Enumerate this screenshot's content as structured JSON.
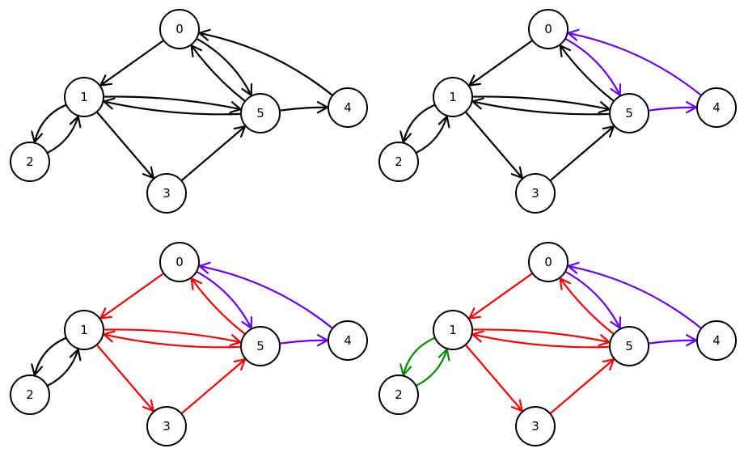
{
  "colors": {
    "default": "#000000",
    "purple": "#6a00ff",
    "red": "#ff0000",
    "green": "#009000"
  },
  "nodes": [
    "0",
    "1",
    "2",
    "3",
    "4",
    "5"
  ],
  "edges": [
    {
      "id": "e_0_1",
      "from": "0",
      "to": "1"
    },
    {
      "id": "e_0_5",
      "from": "0",
      "to": "5"
    },
    {
      "id": "e_5_0",
      "from": "5",
      "to": "0"
    },
    {
      "id": "e_4_0",
      "from": "4",
      "to": "0"
    },
    {
      "id": "e_1_5",
      "from": "1",
      "to": "5"
    },
    {
      "id": "e_5_1",
      "from": "5",
      "to": "1"
    },
    {
      "id": "e_5_4",
      "from": "5",
      "to": "4"
    },
    {
      "id": "e_1_2",
      "from": "1",
      "to": "2"
    },
    {
      "id": "e_2_1",
      "from": "2",
      "to": "1"
    },
    {
      "id": "e_1_3",
      "from": "1",
      "to": "3"
    },
    {
      "id": "e_3_5",
      "from": "3",
      "to": "5"
    }
  ],
  "panels": [
    {
      "name": "top-left",
      "edge_colors": {
        "e_0_1": "default",
        "e_0_5": "default",
        "e_5_0": "default",
        "e_4_0": "default",
        "e_1_5": "default",
        "e_5_1": "default",
        "e_5_4": "default",
        "e_1_2": "default",
        "e_2_1": "default",
        "e_1_3": "default",
        "e_3_5": "default"
      }
    },
    {
      "name": "top-right",
      "edge_colors": {
        "e_0_1": "default",
        "e_0_5": "purple",
        "e_5_0": "default",
        "e_4_0": "purple",
        "e_1_5": "default",
        "e_5_1": "default",
        "e_5_4": "purple",
        "e_1_2": "default",
        "e_2_1": "default",
        "e_1_3": "default",
        "e_3_5": "default"
      }
    },
    {
      "name": "bottom-left",
      "edge_colors": {
        "e_0_1": "red",
        "e_0_5": "purple",
        "e_5_0": "red",
        "e_4_0": "purple",
        "e_1_5": "red",
        "e_5_1": "red",
        "e_5_4": "purple",
        "e_1_2": "default",
        "e_2_1": "default",
        "e_1_3": "red",
        "e_3_5": "red"
      }
    },
    {
      "name": "bottom-right",
      "edge_colors": {
        "e_0_1": "red",
        "e_0_5": "purple",
        "e_5_0": "red",
        "e_4_0": "purple",
        "e_1_5": "red",
        "e_5_1": "red",
        "e_5_4": "purple",
        "e_1_2": "green",
        "e_2_1": "green",
        "e_1_3": "red",
        "e_3_5": "red"
      }
    }
  ]
}
